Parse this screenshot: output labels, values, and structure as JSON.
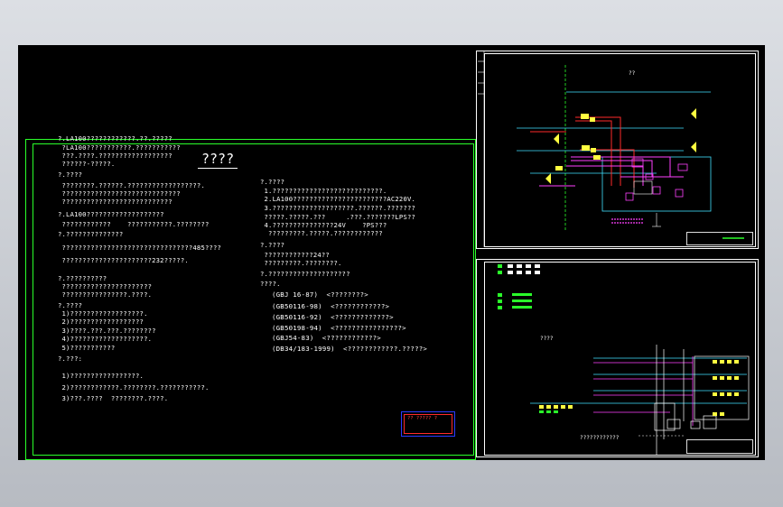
{
  "notes": {
    "title": "????",
    "left_col": [
      "?.LA100????????????.??.?????",
      " ?LA100???????????.???????????",
      " ???.????.??????????????????",
      " ??????-?????.",
      "?.????",
      " ????????.??????.??????????????????.",
      " ?????????????????????????????",
      " ???????????????????????????",
      "?.LA100???????????????????",
      " ????????????    ???????????.????????",
      "?.??????????????",
      " ????????????????????????????????485????",
      " ??????????????????????232?????.",
      "?.??????????",
      " ??????????????????????",
      " ????????????????.????.",
      "?.????",
      " 1)??????????????????.",
      " 2)??????????????????",
      " 3)????.???.???.????????",
      " 4)???????????????????.",
      " 5)???????????",
      "?.???:",
      " 1)?????????????????.",
      " 2)????????????.????????.???????????.",
      " 3)???.????  ????????.????."
    ],
    "right_col": [
      "?.????",
      " 1.???????????????????????????.",
      " 2.LA100???????????????????????AC220V.",
      " 3.????????????????????.??????.???????",
      " ?????.?????.???     .???.???????LPS??",
      " 4.???????????????24V    ?PS???",
      "  ?????????.?????.????????????",
      "?.????",
      " ????????????24??",
      " ?????????.????????.",
      "?.????????????????????",
      "????."
    ],
    "standards": [
      "(GBJ 16-87)  <????????>",
      "(GB50116-98)  <????????????>",
      "(GB50116-92)  <?????????????>",
      "(GB50198-94)  <????????????????>",
      "(GBJ54-83)  <????????????>",
      "(DB34/183-1999)  <????????????.?????>"
    ],
    "stamp": "?? ????? ?"
  },
  "sheet_top": {
    "label": "??"
  },
  "sheet_bottom": {
    "floor_label": "????",
    "caption": "????????????"
  },
  "colors": {
    "background": "#000000",
    "frame": "#2aff2a",
    "wire_red": "#ff2a2a",
    "wire_magenta": "#ff40ff",
    "wire_cyan": "#40e0ff",
    "yellow": "#ffff40"
  }
}
